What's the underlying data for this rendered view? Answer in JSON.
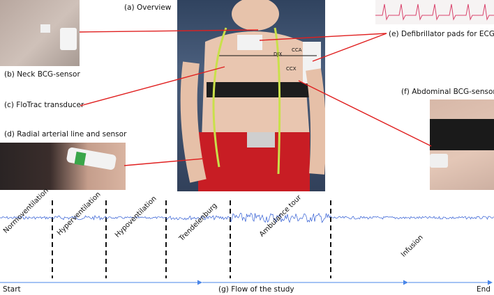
{
  "labels": {
    "overview": "(a) Overview",
    "neck": "(b) Neck BCG-sensor",
    "flotrac": "(c) FloTrac transducer",
    "radial": "(d) Radial arterial line and sensor",
    "defib": "(e) Defibrillator pads for ECG",
    "abdominal": "(f) Abdominal BCG-sensor",
    "flow": "(g) Flow of the study"
  },
  "overlay": {
    "djx": "DJX",
    "cca": "CCA",
    "ccx": "CCX"
  },
  "phases": [
    "Normoventilation",
    "Hyperventilation",
    "Hypoventilation",
    "Trendelenburg",
    "Ambulance tour",
    "Infusion"
  ],
  "timeline": {
    "start": "Start",
    "end": "End"
  },
  "colors": {
    "signal": "#2f5bd3",
    "pointer": "#e02020",
    "arrow": "#4a86e8"
  }
}
